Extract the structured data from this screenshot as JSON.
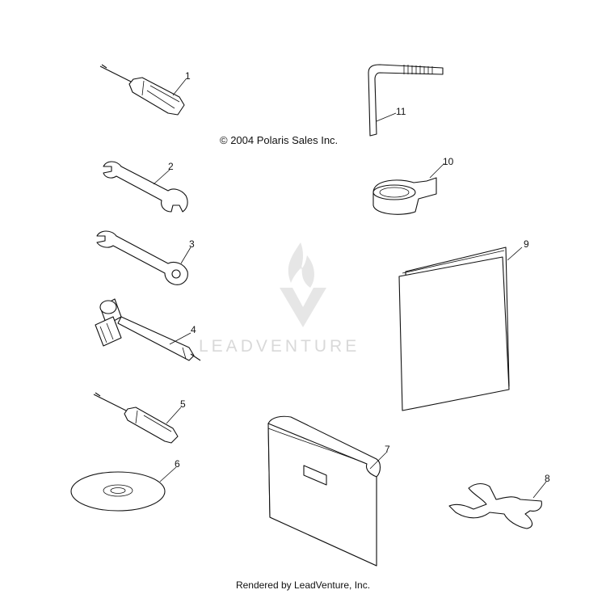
{
  "copyright": "© 2004 Polaris Sales Inc.",
  "footer": "Rendered by LeadVenture, Inc.",
  "watermark": "LEADVENTURE",
  "callouts": [
    "1",
    "2",
    "3",
    "4",
    "5",
    "6",
    "7",
    "8",
    "9",
    "10",
    "11"
  ],
  "colors": {
    "line": "#111111",
    "watermark": "#d9d9d9",
    "background": "#ffffff"
  }
}
